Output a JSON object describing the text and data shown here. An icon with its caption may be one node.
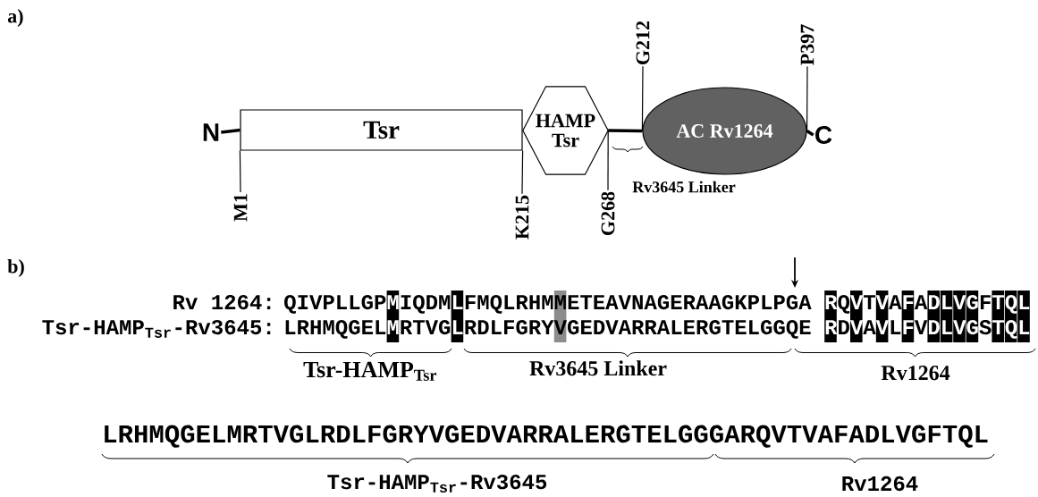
{
  "diagram": {
    "nodes": [
      {
        "text": [
          "N"
        ]
      },
      {
        "text": [
          "Tsr"
        ]
      },
      {
        "text": [
          "HAMP Tsr"
        ]
      },
      {
        "text": [
          "AC Rv1264"
        ]
      },
      {
        "text": [
          "C"
        ]
      },
      {
        "text": [
          "G212"
        ]
      },
      {
        "text": [
          "P397"
        ]
      },
      {
        "text": [
          "M1"
        ]
      },
      {
        "text": [
          "K215"
        ]
      },
      {
        "text": [
          "G268"
        ]
      }
    ],
    "edges": [
      {
        "from": 0,
        "to": 1,
        "arrow": "none",
        "style": "thick"
      },
      {
        "from": 2,
        "to": 3,
        "arrow": "none",
        "style": "thick"
      },
      {
        "from": 3,
        "to": 4,
        "arrow": "none",
        "style": "thick"
      },
      {
        "from": 5,
        "to": 3,
        "arrow": "none"
      },
      {
        "from": 6,
        "to": 3,
        "arrow": "none"
      },
      {
        "from": 7,
        "to": 1,
        "arrow": "none"
      },
      {
        "from": 8,
        "to": 1,
        "arrow": "none"
      },
      {
        "from": 9,
        "to": 2,
        "arrow": "none"
      }
    ],
    "labels": [
      "a)",
      "Rv3645 Linker",
      "b)",
      "Rv 1264:",
      "QIVPLLGPMIQDMLFMQLRHMMETEAVNAGERAAGKPLPGA RQVTVAFADLVGFTQL",
      "Tsr-HAMP$_{Tsr}$-Rv3645:",
      "LRHMQGELMRTVGLRDLFGRYVGEDVARRALERGTELGGQE RDVAVLFVDLVGSTQL",
      "Tsr-HAMP$_{Tsr}$",
      "Rv3645 Linker",
      "Rv1264",
      "LRHMQGELMRTVGLRDLFGRYVGEDVARRALERGTELGGGARQVTVAFADLVGFTQL",
      "Tsr-HAMP$_{Tsr}$-Rv3645",
      "Rv1264"
    ]
  }
}
